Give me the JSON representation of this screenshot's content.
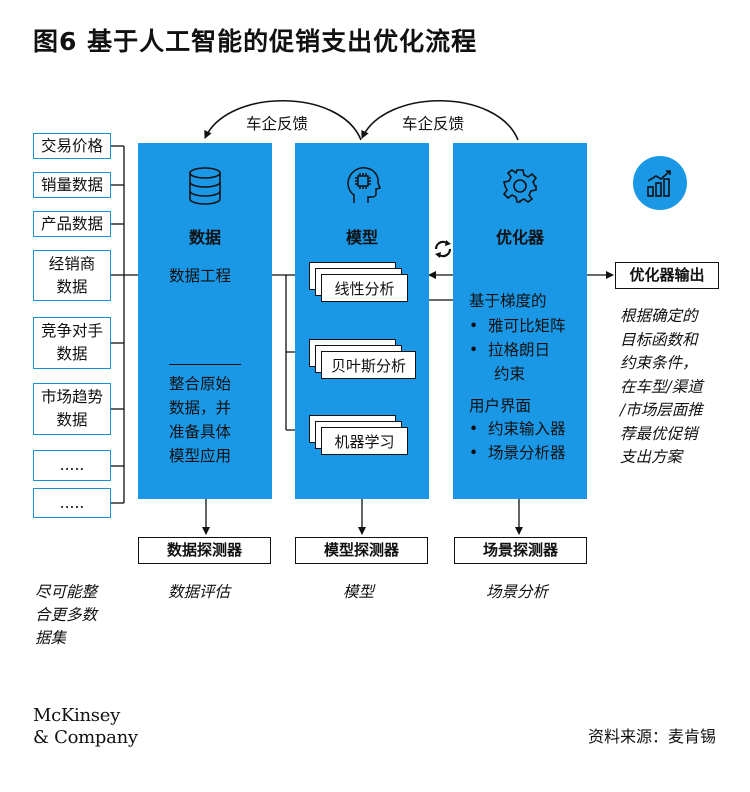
{
  "title": "图6 基于人工智能的促销支出优化流程",
  "feedback_label_left": "车企反馈",
  "feedback_label_right": "车企反馈",
  "inputs": [
    {
      "lines": [
        "交易价格"
      ]
    },
    {
      "lines": [
        "销量数据"
      ]
    },
    {
      "lines": [
        "产品数据"
      ]
    },
    {
      "lines": [
        "经销商",
        "数据"
      ]
    },
    {
      "lines": [
        "竞争对手",
        "数据"
      ]
    },
    {
      "lines": [
        "市场趋势",
        "数据"
      ]
    },
    {
      "lines": [
        "....."
      ]
    },
    {
      "lines": [
        "....."
      ]
    }
  ],
  "data_column": {
    "title": "数据",
    "process": "数据工程",
    "description": [
      "整合原始",
      "数据，并",
      "准备具体",
      "模型应用"
    ]
  },
  "model_column": {
    "title": "模型",
    "methods": [
      "线性分析",
      "贝叶斯分析",
      "机器学习"
    ]
  },
  "optimizer_column": {
    "title": "优化器",
    "gradient_heading": "基于梯度的",
    "gradient_items": [
      "雅可比矩阵",
      "拉格朗日",
      "约束"
    ],
    "ui_heading": "用户界面",
    "ui_items": [
      "约束输入器",
      "场景分析器"
    ]
  },
  "output": {
    "label": "优化器输出",
    "description": [
      "根据确定的",
      "目标函数和",
      "约束条件，",
      "在车型/渠道",
      "/市场层面推",
      "荐最优促销",
      "支出方案"
    ]
  },
  "detectors": [
    {
      "label": "数据探测器",
      "caption": "数据评估"
    },
    {
      "label": "模型探测器",
      "caption": "模型"
    },
    {
      "label": "场景探测器",
      "caption": "场景分析"
    }
  ],
  "left_caption": [
    "尽可能整",
    "合更多数",
    "据集"
  ],
  "logo": [
    "McKinsey",
    "& Company"
  ],
  "source": "资料来源：麦肯锡",
  "colors": {
    "accent": "#1a97e5",
    "box_border": "#1a8fd6"
  },
  "icons": [
    "database-icon",
    "brain-chip-icon",
    "gear-icon",
    "growth-chart-icon",
    "refresh-icon"
  ]
}
